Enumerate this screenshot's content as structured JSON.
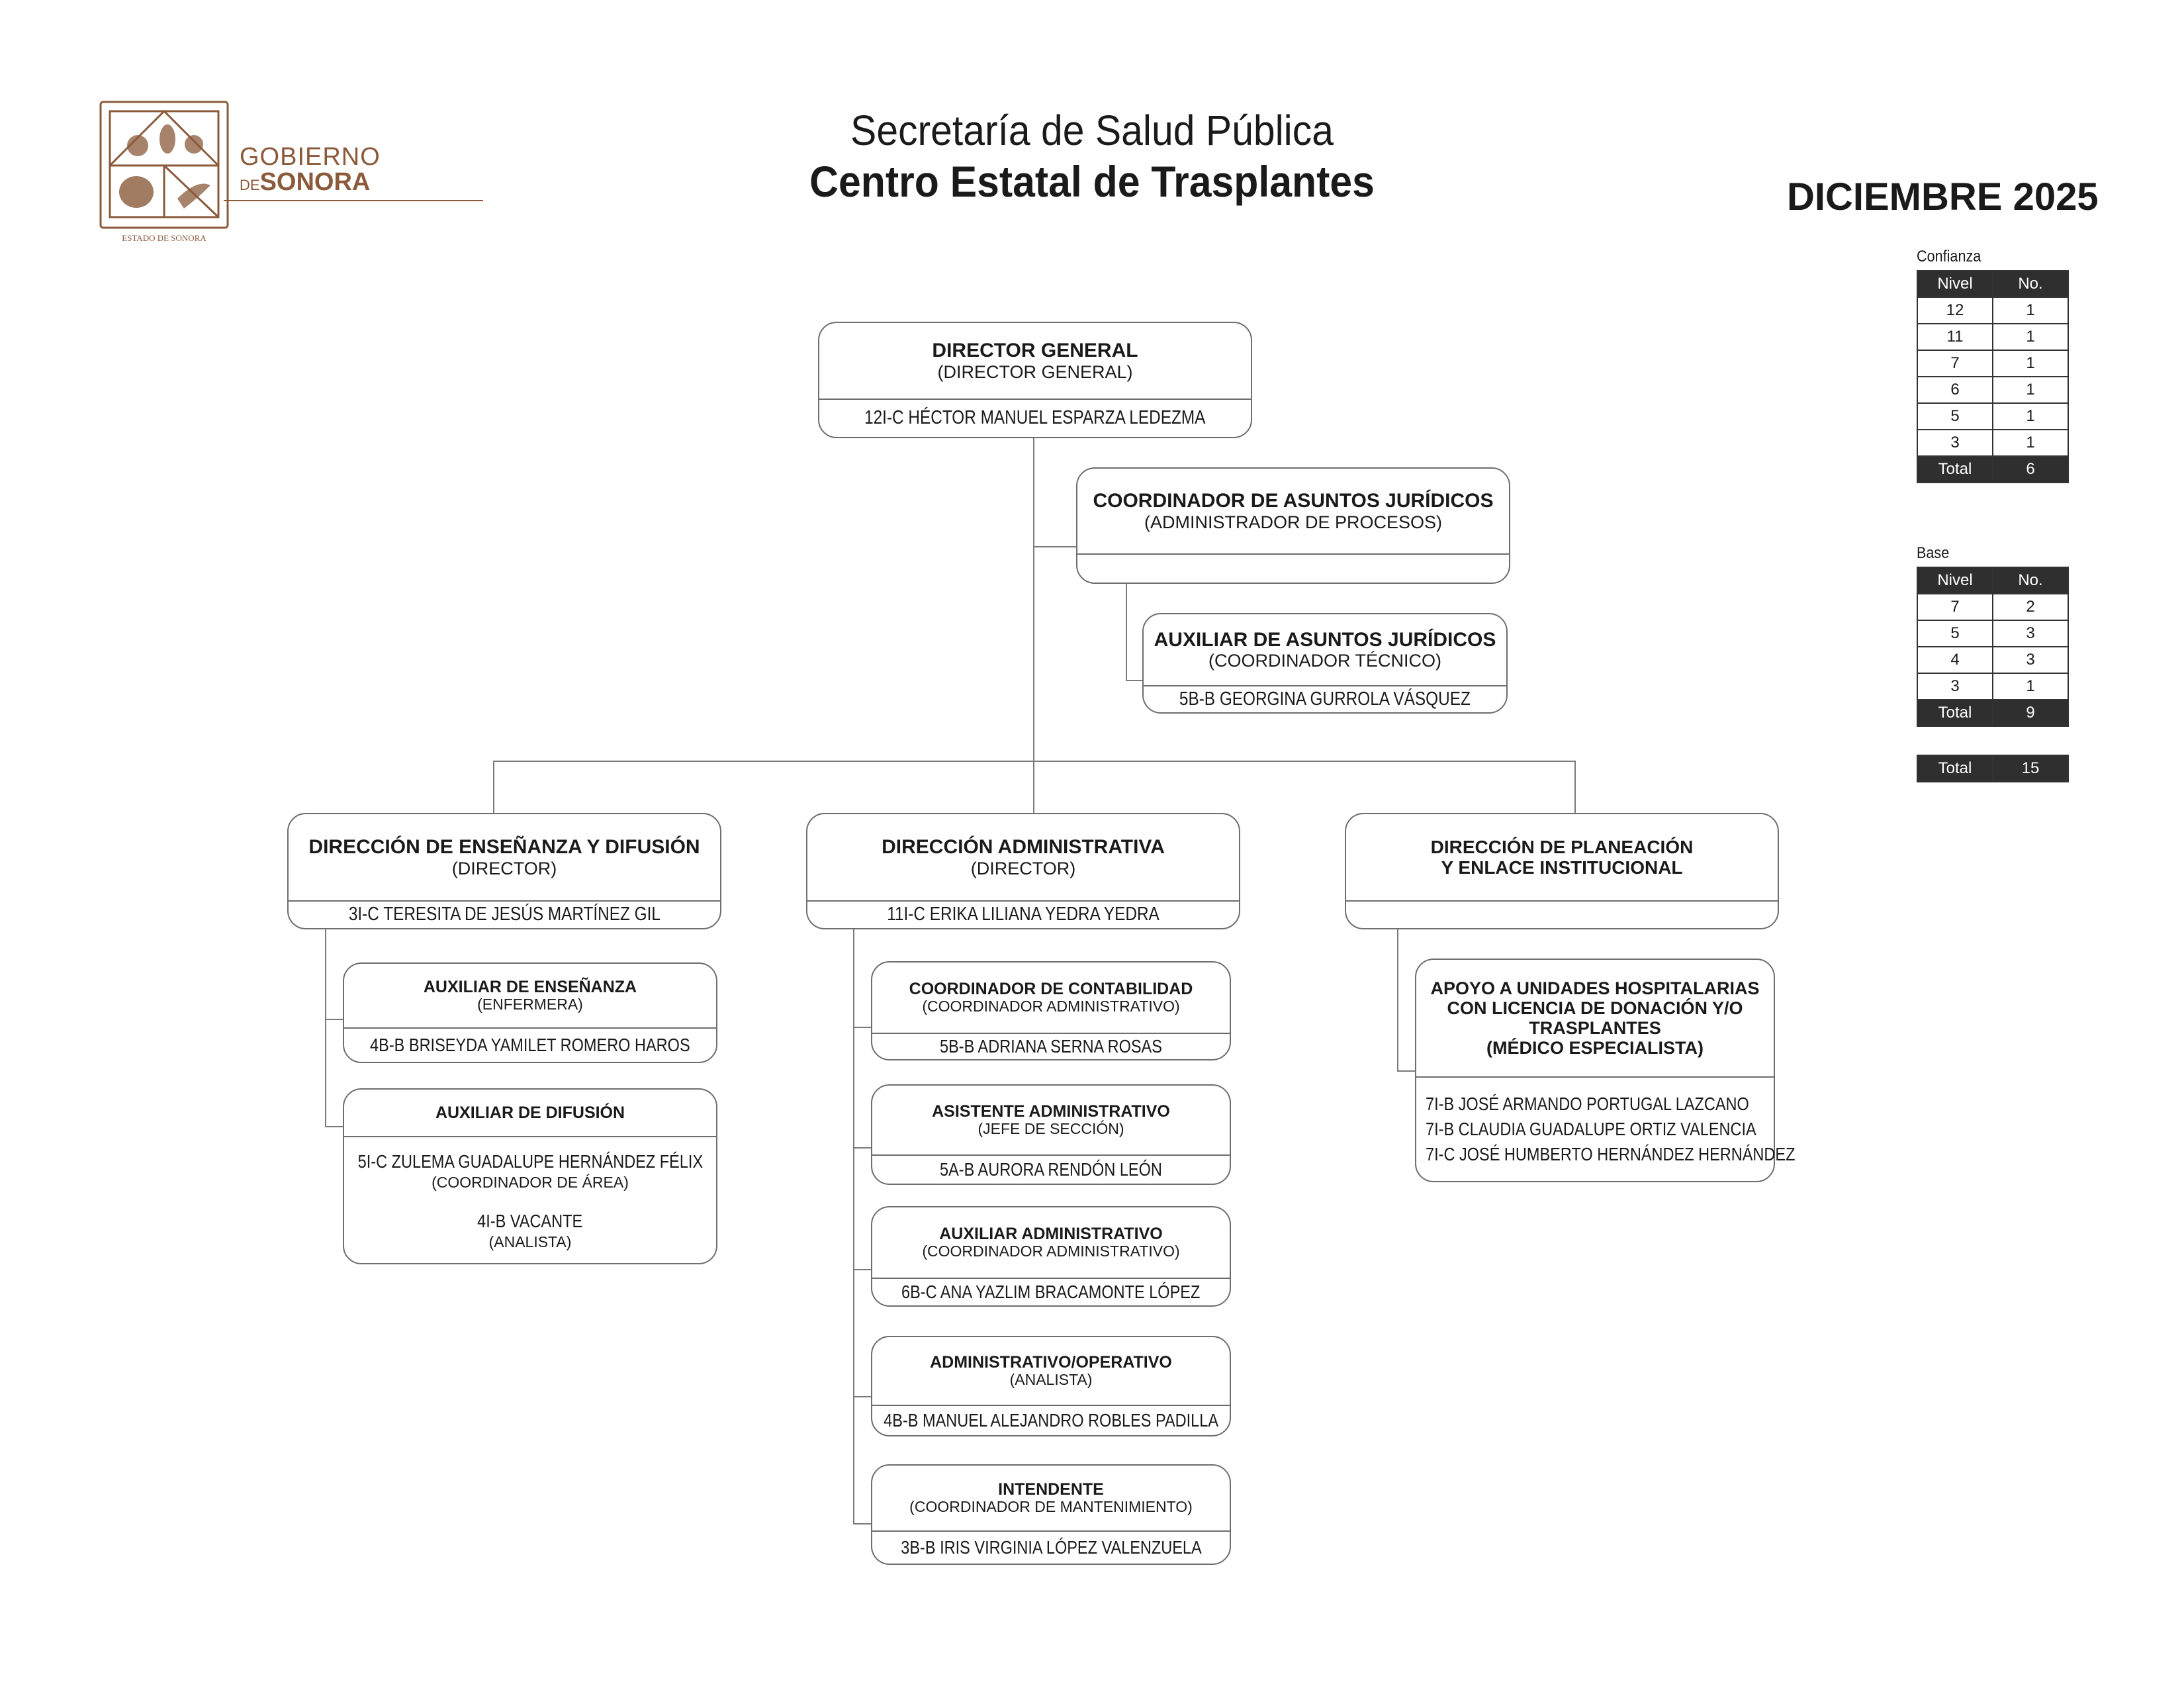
{
  "logo": {
    "line1": "GOBIERNO",
    "line2_prefix": "DE",
    "line2": "SONORA",
    "crest_caption": "ESTADO DE SONORA"
  },
  "header": {
    "title": "Secretaría de Salud Pública",
    "subtitle": "Centro Estatal de Trasplantes",
    "period": "DICIEMBRE 2025"
  },
  "chart": {
    "director_general": {
      "title": "DIRECTOR GENERAL",
      "subtitle": "(DIRECTOR GENERAL)",
      "holder": "12I-C HÉCTOR MANUEL ESPARZA LEDEZMA"
    },
    "coord_juridicos": {
      "title": "COORDINADOR DE ASUNTOS JURÍDICOS",
      "subtitle": "(ADMINISTRADOR DE PROCESOS)"
    },
    "aux_juridicos": {
      "title": "AUXILIAR DE ASUNTOS JURÍDICOS",
      "subtitle": "(COORDINADOR TÉCNICO)",
      "holder": "5B-B GEORGINA GURROLA VÁSQUEZ"
    },
    "dir_ensenanza": {
      "title": "DIRECCIÓN DE ENSEÑANZA Y DIFUSIÓN",
      "subtitle": "(DIRECTOR)",
      "holder": "3I-C  TERESITA DE JESÚS MARTÍNEZ GIL"
    },
    "aux_ensenanza": {
      "title": "AUXILIAR DE ENSEÑANZA",
      "subtitle": "(ENFERMERA)",
      "holder": "4B-B BRISEYDA YAMILET ROMERO HAROS"
    },
    "aux_difusion": {
      "title": "AUXILIAR DE DIFUSIÓN",
      "holder1": "5I-C ZULEMA GUADALUPE HERNÁNDEZ FÉLIX",
      "holder1_role": "(COORDINADOR DE ÁREA)",
      "holder2": "4I-B  VACANTE",
      "holder2_role": "(ANALISTA)"
    },
    "dir_admin": {
      "title": "DIRECCIÓN ADMINISTRATIVA",
      "subtitle": "(DIRECTOR)",
      "holder": "11I-C ERIKA LILIANA YEDRA YEDRA"
    },
    "coord_contabilidad": {
      "title": "COORDINADOR DE CONTABILIDAD",
      "subtitle": "(COORDINADOR ADMINISTRATIVO)",
      "holder": "5B-B ADRIANA SERNA ROSAS"
    },
    "asistente_admin": {
      "title": "ASISTENTE ADMINISTRATIVO",
      "subtitle": "(JEFE DE SECCIÓN)",
      "holder": "5A-B AURORA RENDÓN LEÓN"
    },
    "auxiliar_admin": {
      "title": "AUXILIAR ADMINISTRATIVO",
      "subtitle": "(COORDINADOR ADMINISTRATIVO)",
      "holder": "6B-C ANA YAZLIM BRACAMONTE LÓPEZ"
    },
    "admin_operativo": {
      "title": "ADMINISTRATIVO/OPERATIVO",
      "subtitle": "(ANALISTA)",
      "holder": "4B-B MANUEL ALEJANDRO ROBLES PADILLA"
    },
    "intendente": {
      "title": "INTENDENTE",
      "subtitle": "(COORDINADOR DE MANTENIMIENTO)",
      "holder": "3B-B IRIS VIRGINIA LÓPEZ VALENZUELA"
    },
    "dir_planeacion": {
      "title_line1": "DIRECCIÓN DE PLANEACIÓN",
      "title_line2": "Y ENLACE INSTITUCIONAL"
    },
    "apoyo_hospitales": {
      "title_line1": "APOYO A UNIDADES HOSPITALARIAS",
      "title_line2": "CON LICENCIA DE DONACIÓN Y/O",
      "title_line3": "TRASPLANTES",
      "title_line4": "(MÉDICO ESPECIALISTA)",
      "holders": [
        "7I-B JOSÉ ARMANDO PORTUGAL LAZCANO",
        "7I-B CLAUDIA GUADALUPE ORTIZ VALENCIA",
        "7I-C JOSÉ HUMBERTO HERNÁNDEZ HERNÁNDEZ"
      ]
    }
  },
  "tables": {
    "confianza": {
      "caption": "Confianza",
      "headers": [
        "Nivel",
        "No."
      ],
      "rows": [
        [
          "12",
          "1"
        ],
        [
          "11",
          "1"
        ],
        [
          "7",
          "1"
        ],
        [
          "6",
          "1"
        ],
        [
          "5",
          "1"
        ],
        [
          "3",
          "1"
        ]
      ],
      "total": [
        "Total",
        "6"
      ]
    },
    "base": {
      "caption": "Base",
      "headers": [
        "Nivel",
        "No."
      ],
      "rows": [
        [
          "7",
          "2"
        ],
        [
          "5",
          "3"
        ],
        [
          "4",
          "3"
        ],
        [
          "3",
          "1"
        ]
      ],
      "total": [
        "Total",
        "9"
      ]
    },
    "grand_total": [
      "Total",
      "15"
    ]
  }
}
